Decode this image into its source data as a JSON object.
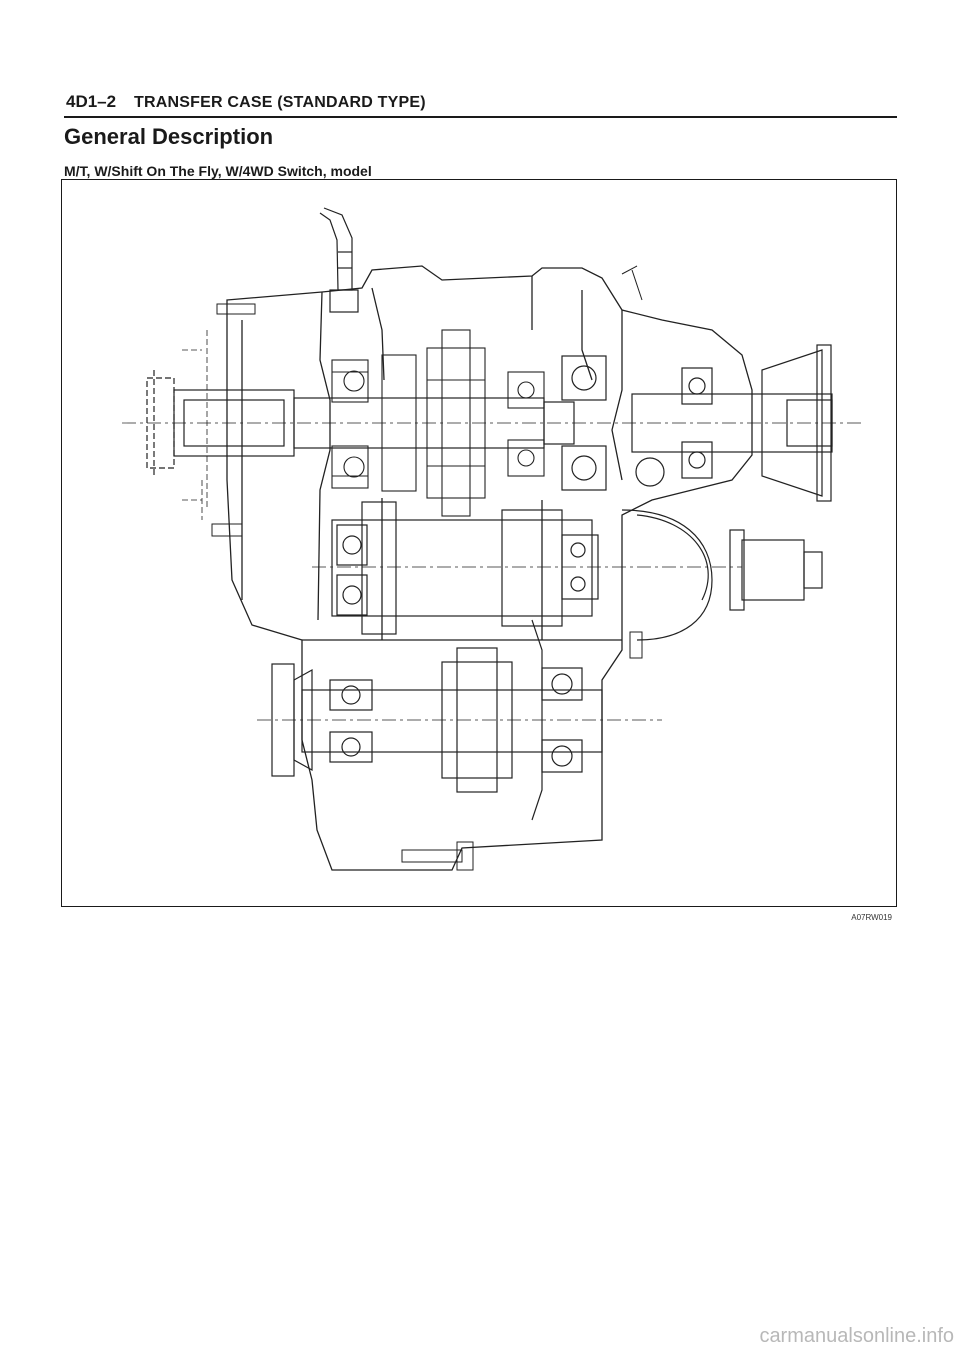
{
  "header": {
    "page_number": "4D1–2",
    "chapter_title": "TRANSFER CASE (STANDARD TYPE)"
  },
  "section": {
    "title": "General Description",
    "model_caption": "M/T, W/Shift On The Fly, W/4WD Switch, model"
  },
  "figure": {
    "illustration": "transfer-case-cross-section",
    "code": "A07RW019"
  },
  "footer": {
    "watermark": "carmanualsonline.info"
  }
}
